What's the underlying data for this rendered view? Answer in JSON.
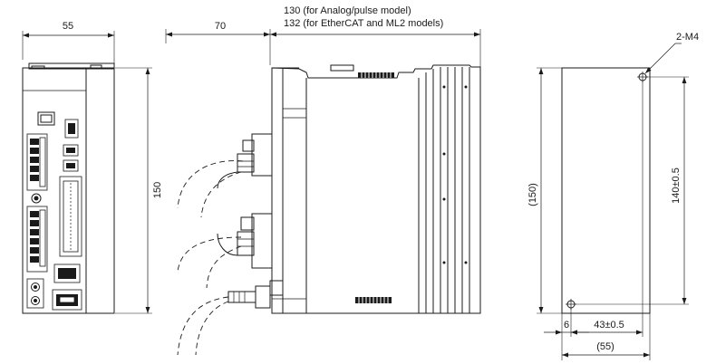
{
  "dimensions": {
    "front_width": "55",
    "side_depth_connector": "70",
    "side_depth_analog": "130 (for Analog/pulse model)",
    "side_depth_ethercat": "132 (for EtherCAT and ML2 models)",
    "height": "150",
    "mount_hole_callout": "2-M4",
    "mount_height": "(150)",
    "mount_pitch_vertical": "140±0.5",
    "mount_offset": "6",
    "mount_pitch_horizontal": "43±0.5",
    "mount_width": "(55)"
  }
}
